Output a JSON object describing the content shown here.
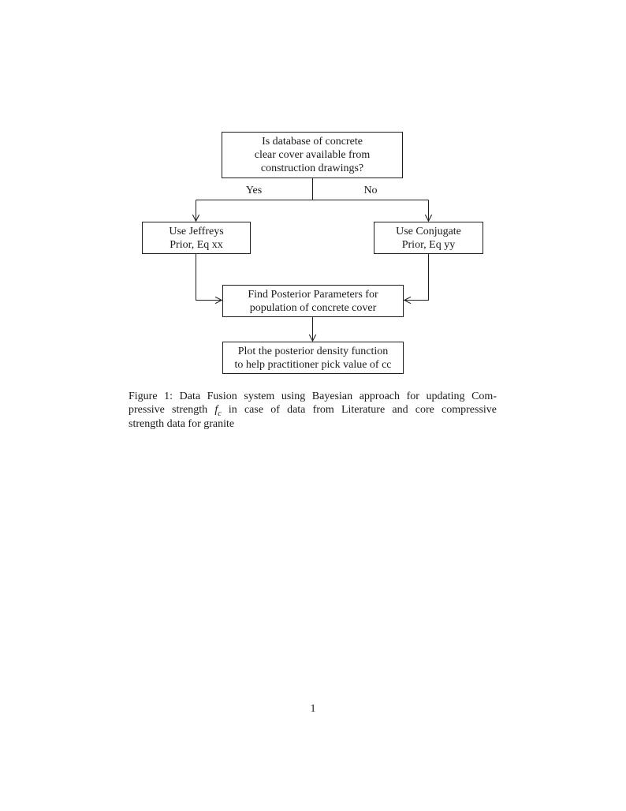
{
  "page": {
    "number": "1"
  },
  "flowchart": {
    "nodes": {
      "question": "Is database of concrete\nclear cover available from\nconstruction drawings?",
      "jeffreys": "Use Jeffreys\nPrior, Eq xx",
      "conjugate": "Use Conjugate\nPrior, Eq yy",
      "posterior": "Find Posterior Parameters for\npopulation of concrete cover",
      "plot": "Plot the posterior density function\nto help practitioner pick value of cc"
    },
    "edge_labels": {
      "yes": "Yes",
      "no": "No"
    }
  },
  "caption": {
    "line1": "Figure 1: Data Fusion system using Bayesian approach for updating Com-",
    "line2_pre": "pressive strength",
    "math_f": "f",
    "math_sub": "c",
    "line2_post": "in case of data from Literature and core compressive",
    "line3": "strength data for granite"
  },
  "colors": {
    "ink": "#1a1a1a",
    "background": "#ffffff"
  }
}
